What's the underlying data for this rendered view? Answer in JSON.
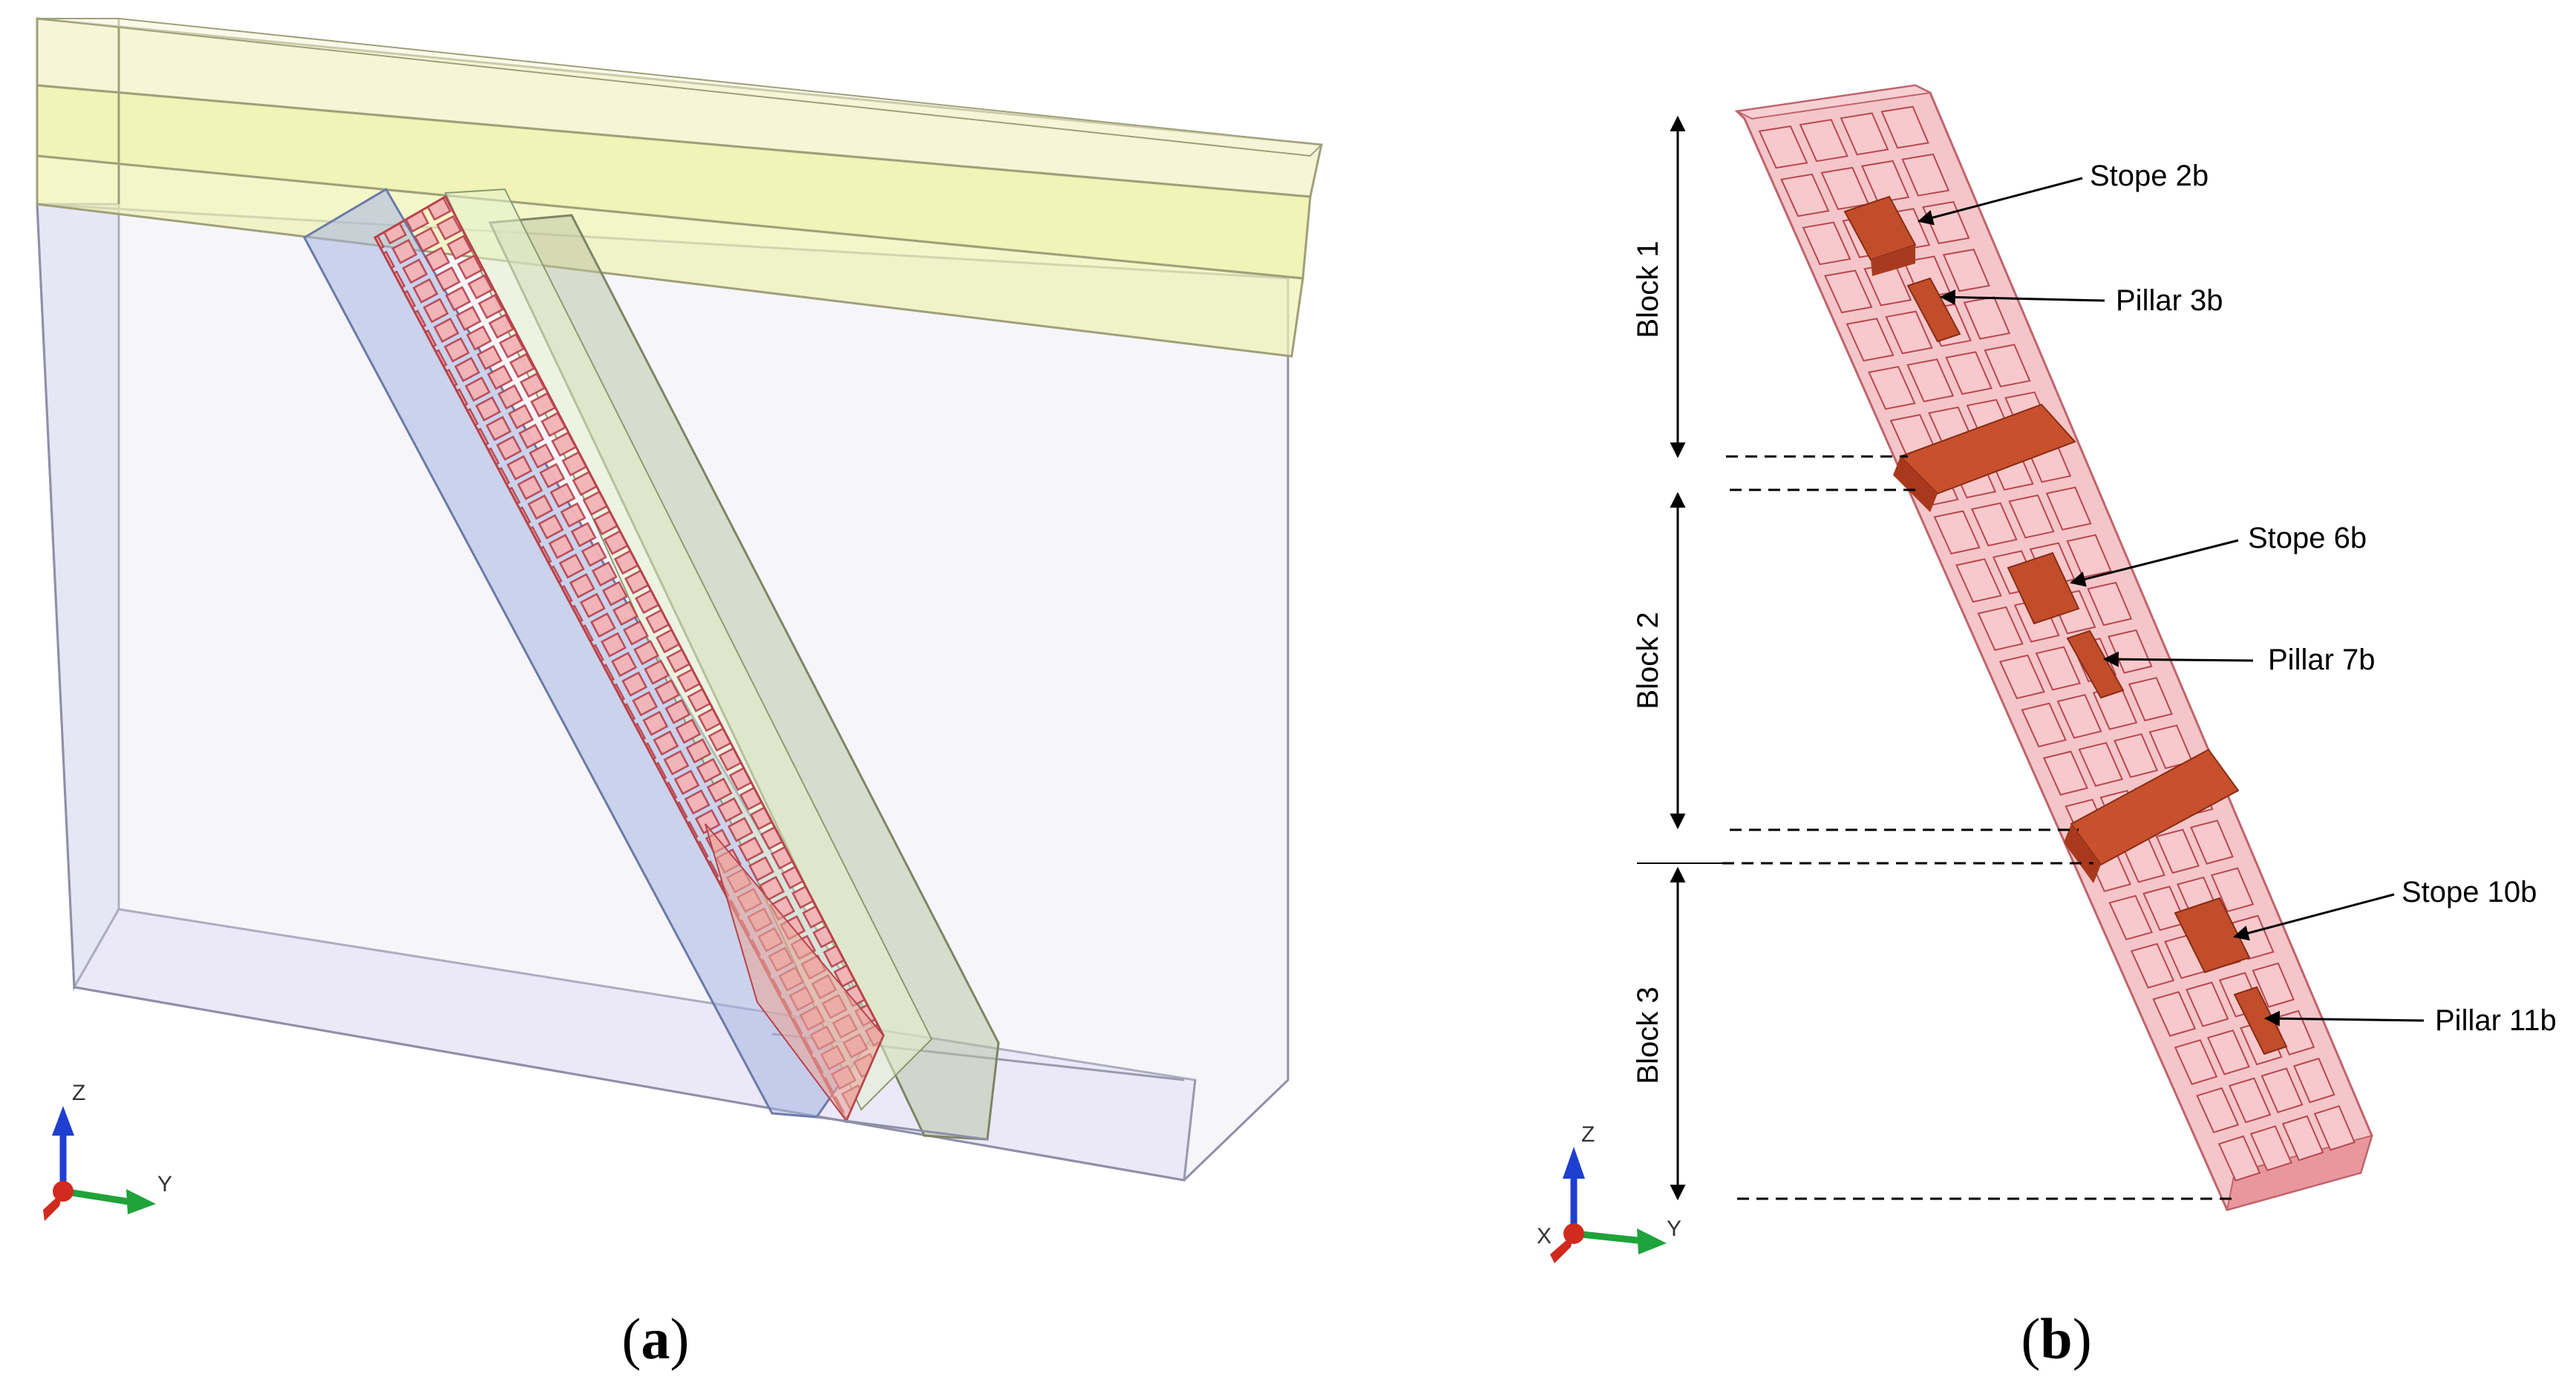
{
  "panel_a": {
    "caption_open": "(",
    "caption_letter": "a",
    "caption_close": ")",
    "axis": {
      "z": "Z",
      "y": "Y"
    }
  },
  "panel_b": {
    "caption_open": "(",
    "caption_letter": "b",
    "caption_close": ")",
    "axis": {
      "z": "Z",
      "y": "Y",
      "x": "X"
    },
    "blocks": [
      {
        "label": "Block 1"
      },
      {
        "label": "Block 2"
      },
      {
        "label": "Block 3"
      }
    ],
    "callouts": [
      {
        "label": "Stope 2b"
      },
      {
        "label": "Pillar 3b"
      },
      {
        "label": "Stope 6b"
      },
      {
        "label": "Pillar 7b"
      },
      {
        "label": "Stope 10b"
      },
      {
        "label": "Pillar 11b"
      }
    ]
  },
  "colors": {
    "host_rock": "#c9c5e6",
    "overburden": "#eef0b4",
    "hanging_wall": "#a8b3dc",
    "footwall": "#c4cbb0",
    "orebody": "#e8959a",
    "stope": "#c0482a",
    "axis_z": "#1f3fd1",
    "axis_y": "#1fa33a",
    "axis_x": "#d12a1f"
  }
}
